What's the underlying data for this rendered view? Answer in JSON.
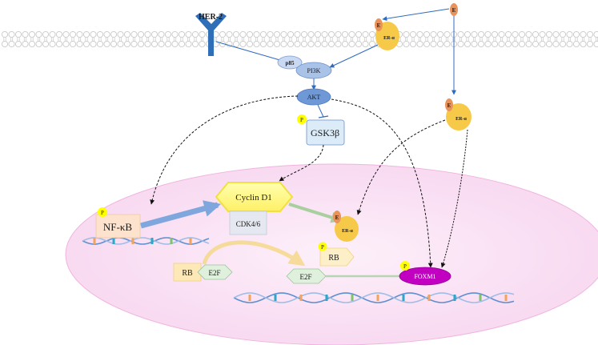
{
  "labels": {
    "her2": "HER-2",
    "p85": "p85",
    "pi3k": "PI3K",
    "akt": "AKT",
    "gsk3b": "GSK3β",
    "cyclin_d1": "Cyclin D1",
    "cdk46": "CDK4/6",
    "nfkb": "NF-κB",
    "rb": "RB",
    "e2f": "E2F",
    "foxm1": "FOXM1",
    "estrogen": "E",
    "er_alpha": "ER-α",
    "phospho": "P"
  },
  "colors": {
    "membrane": "#c9c9c9",
    "nucleus_fill": "#fbe3f3",
    "pi3k_blue": "#a9c3e8",
    "akt_blue": "#6f98d6",
    "er_yellow": "#f7c948",
    "estrogen_orange": "#e8935c",
    "foxm1_magenta": "#c200c2",
    "her2_blue": "#2f6fb8",
    "arrow_blue": "#2d6bbf",
    "phospho_yellow": "#ffff00"
  }
}
